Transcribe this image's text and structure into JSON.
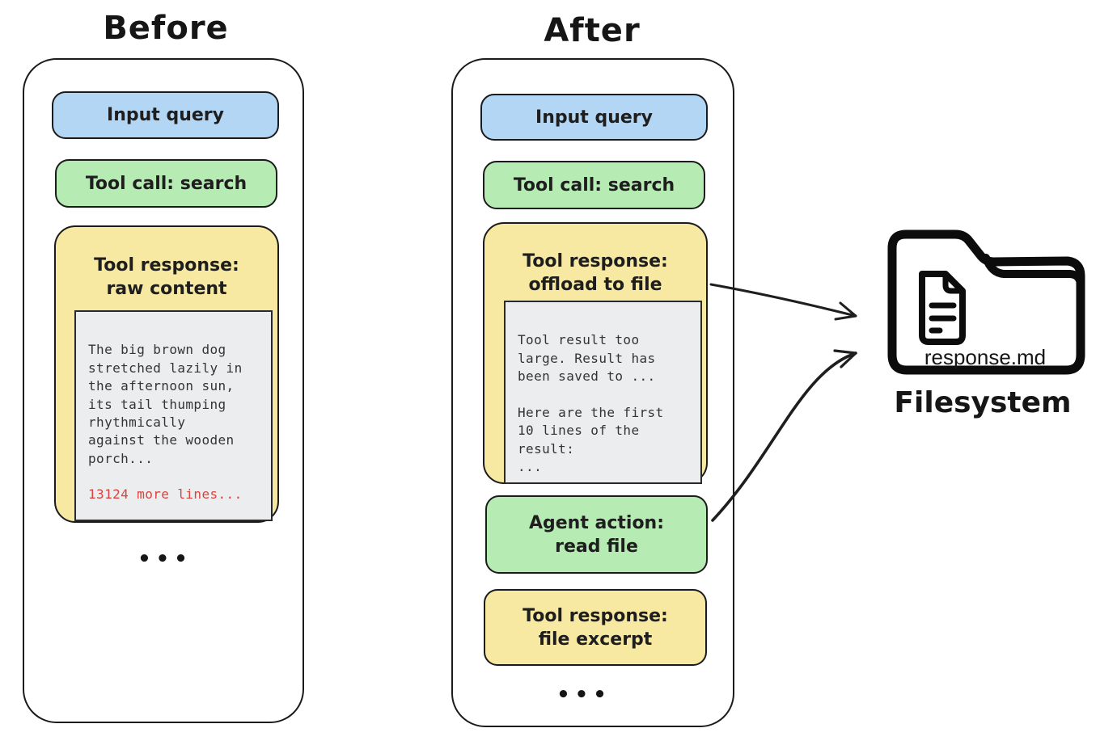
{
  "colors": {
    "ink": "#1b1b1b",
    "blue_box": "#b3d6f5",
    "green_box": "#b6ebb4",
    "yellow_box": "#f7e8a2",
    "snippet_bg": "#ebedef",
    "red_text": "#d8433e"
  },
  "before": {
    "title": "Before",
    "input_query": "Input query",
    "tool_call": "Tool call: search",
    "tool_response_title": "Tool response:\nraw content",
    "raw_content": "The big brown dog\nstretched lazily in\nthe afternoon sun,\nits tail thumping\nrhythmically\nagainst the wooden\nporch...",
    "more_lines": "13124 more lines...",
    "ellipsis": "•••"
  },
  "after": {
    "title": "After",
    "input_query": "Input query",
    "tool_call": "Tool call: search",
    "tool_response_title": "Tool response:\noffload to file",
    "offload_note": "Tool result too\nlarge. Result has\nbeen saved to ...\n\nHere are the first\n10 lines of the\nresult:\n...",
    "agent_action": "Agent action:\nread file",
    "file_excerpt": "Tool response:\nfile excerpt",
    "ellipsis": "•••"
  },
  "filesystem": {
    "file_name": "response.md",
    "caption": "Filesystem",
    "icons": [
      "folder-icon",
      "document-icon"
    ]
  },
  "arrows": [
    {
      "name": "offload-to-file-arrow",
      "from": "tool-response-offload-card",
      "to": "filesystem-folder"
    },
    {
      "name": "read-file-arrow",
      "from": "agent-action-read-file-chip",
      "to": "filesystem-folder"
    }
  ]
}
